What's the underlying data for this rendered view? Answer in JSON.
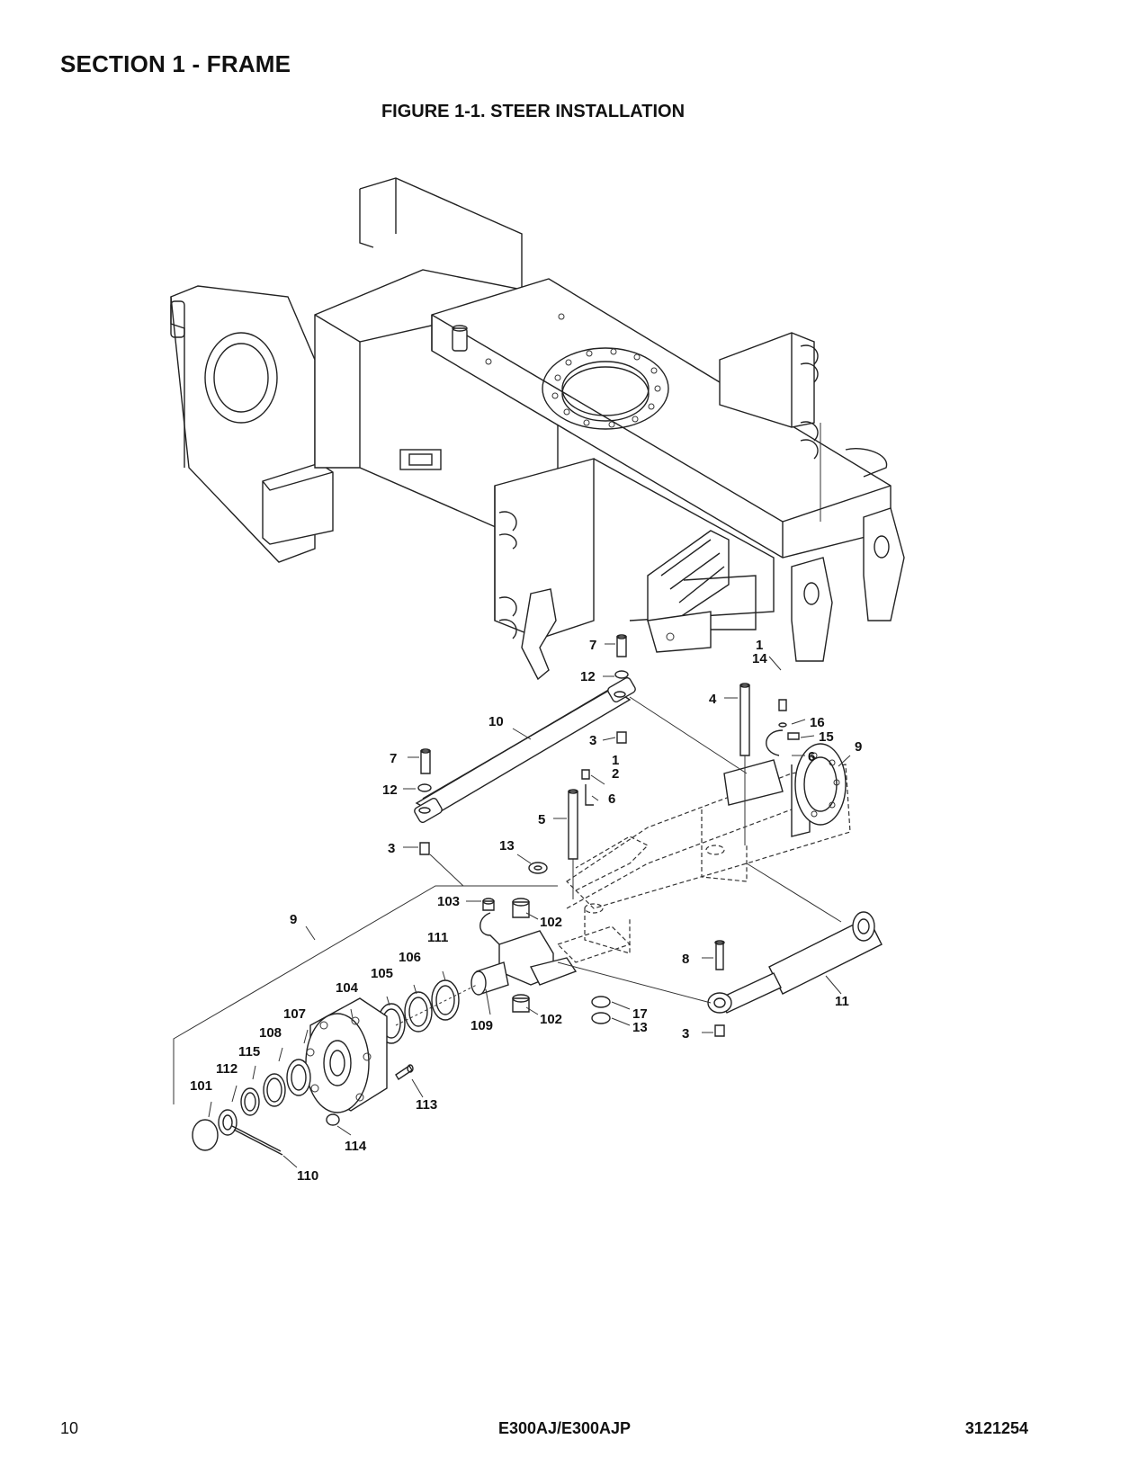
{
  "header": {
    "section_title": "SECTION 1 - FRAME",
    "figure_title": "FIGURE 1-1. STEER INSTALLATION"
  },
  "callouts": [
    {
      "label": "7"
    },
    {
      "label": "12"
    },
    {
      "label": "1"
    },
    {
      "label": "14"
    },
    {
      "label": "16"
    },
    {
      "label": "15"
    },
    {
      "label": "4"
    },
    {
      "label": "6"
    },
    {
      "label": "9"
    },
    {
      "label": "10"
    },
    {
      "label": "3"
    },
    {
      "label": "7"
    },
    {
      "label": "1"
    },
    {
      "label": "2"
    },
    {
      "label": "6"
    },
    {
      "label": "12"
    },
    {
      "label": "5"
    },
    {
      "label": "3"
    },
    {
      "label": "13"
    },
    {
      "label": "103"
    },
    {
      "label": "102"
    },
    {
      "label": "9"
    },
    {
      "label": "111"
    },
    {
      "label": "106"
    },
    {
      "label": "105"
    },
    {
      "label": "104"
    },
    {
      "label": "107"
    },
    {
      "label": "108"
    },
    {
      "label": "115"
    },
    {
      "label": "112"
    },
    {
      "label": "101"
    },
    {
      "label": "8"
    },
    {
      "label": "11"
    },
    {
      "label": "17"
    },
    {
      "label": "13"
    },
    {
      "label": "3"
    },
    {
      "label": "109"
    },
    {
      "label": "102"
    },
    {
      "label": "113"
    },
    {
      "label": "114"
    },
    {
      "label": "110"
    }
  ],
  "footer": {
    "page_number": "10",
    "model": "E300AJ/E300AJP",
    "doc_number": "3121254"
  }
}
